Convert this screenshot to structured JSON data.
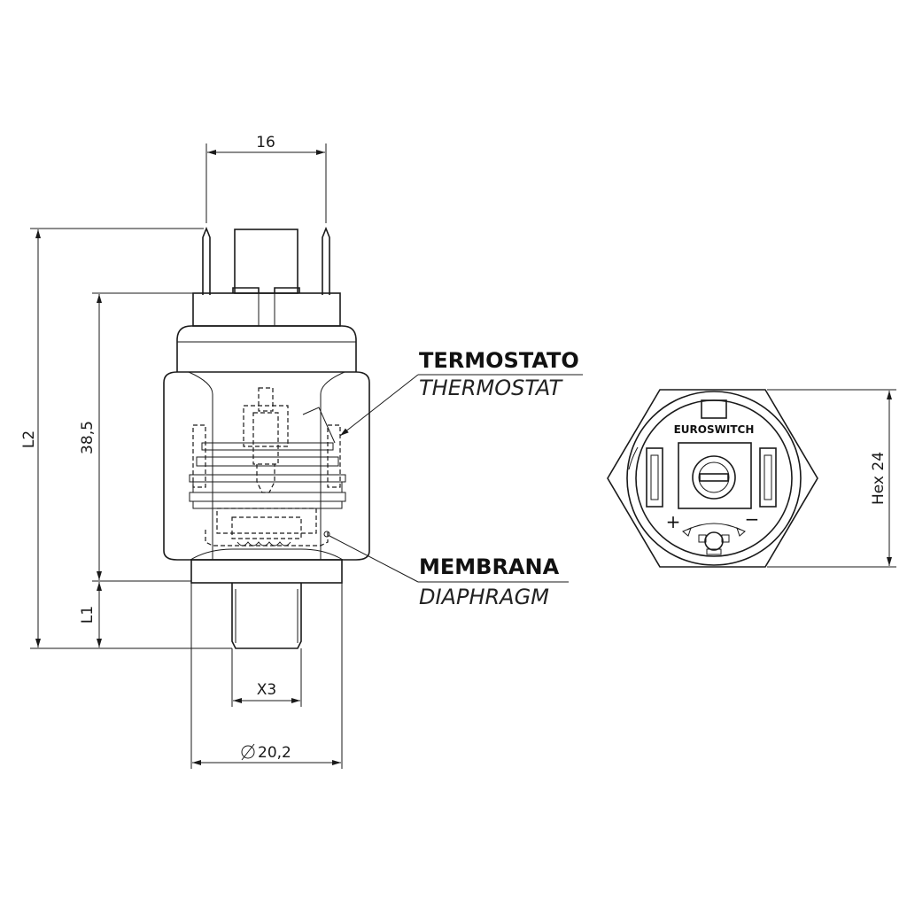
{
  "dimensions": {
    "width_top": "16",
    "overall_length": "L2",
    "body_length": "38,5",
    "thread_length": "L1",
    "thread": "X3",
    "diameter": "20,2",
    "hex": "Hex 24"
  },
  "labels": {
    "thermostat_it": "TERMOSTATO",
    "thermostat_en": "THERMOSTAT",
    "diaphragm_it": "MEMBRANA",
    "diaphragm_en": "DIAPHRAGM"
  },
  "end_view": {
    "brand": "EUROSWITCH",
    "plus": "+",
    "minus": "−"
  }
}
